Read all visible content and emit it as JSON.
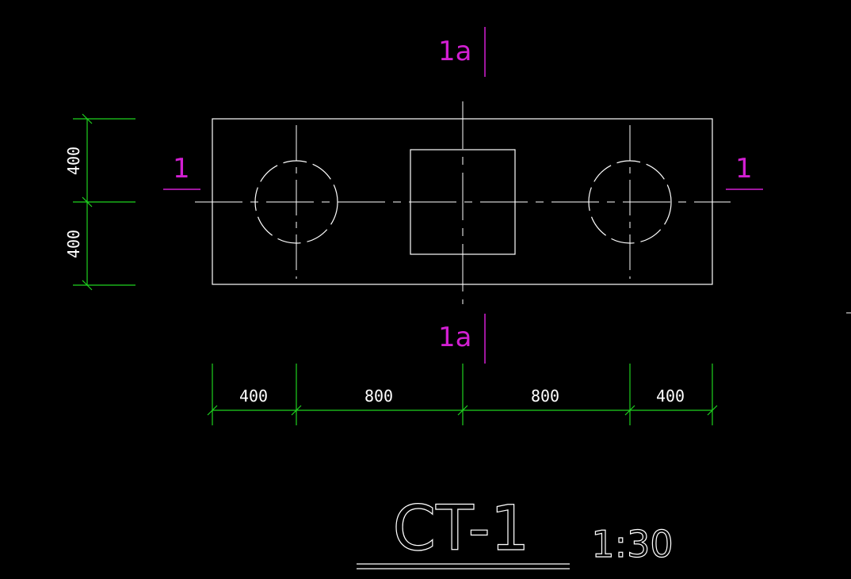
{
  "drawing": {
    "title": "CT-1",
    "scale": "1:30",
    "section_top_label": "1a",
    "section_bottom_label": "1a",
    "section_left_label": "1",
    "section_right_label": "1"
  },
  "dimensions": {
    "vertical": [
      "400",
      "400"
    ],
    "horizontal": [
      "400",
      "800",
      "800",
      "400"
    ]
  },
  "colors": {
    "background": "#000000",
    "outline": "#ffffff",
    "dimension_line": "#1fd21f",
    "section_marker": "#d21fd2"
  }
}
